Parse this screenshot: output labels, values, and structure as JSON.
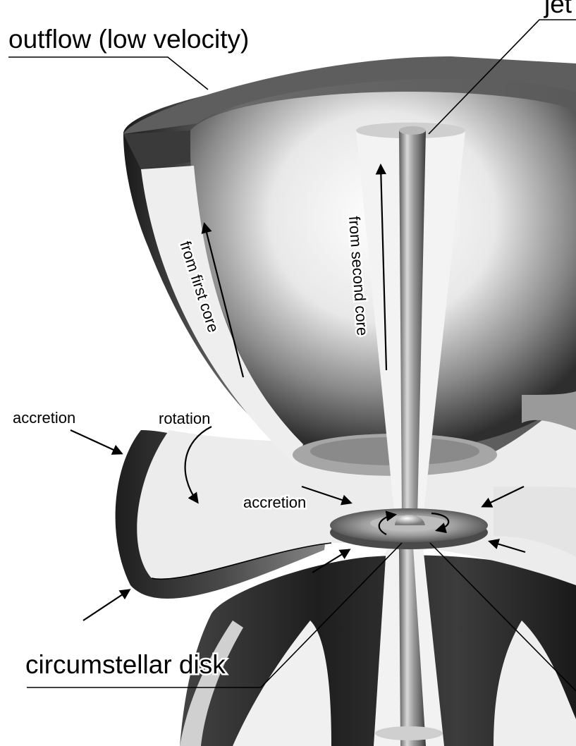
{
  "labels": {
    "outflow": "outflow (low velocity)",
    "jet": "jet",
    "from_first_core": "from first core",
    "from_second_core": "from second core",
    "accretion_left": "accretion",
    "rotation": "rotation",
    "accretion_center": "accretion",
    "circumstellar_disk": "circumstellar disk"
  },
  "colors": {
    "background": "#ffffff",
    "shade_dark": "#2a2a2a",
    "shade_mid": "#7a7a7a",
    "shade_light": "#e6e6e6"
  }
}
